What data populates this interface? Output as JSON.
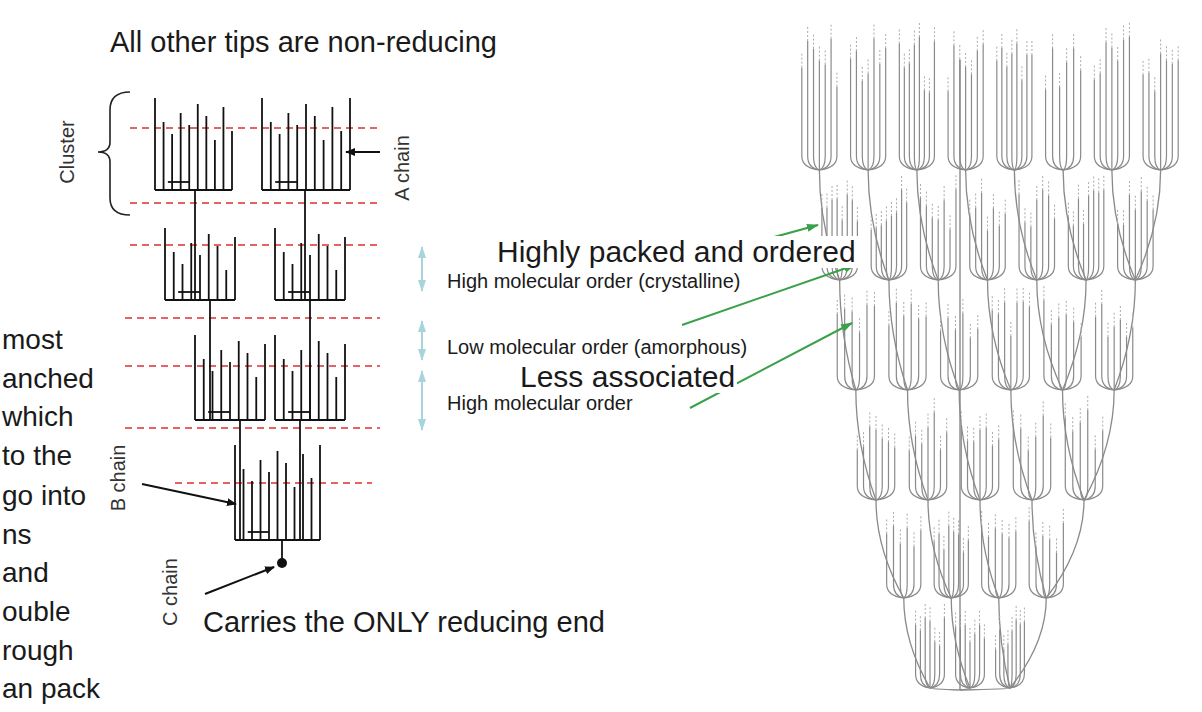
{
  "diagram": {
    "labels": [
      "All other tips are non-reducing",
      "Cluster",
      "A chain",
      "Highly packed and ordered",
      "High molecular order (crystalline)",
      "Low molecular order (amorphous)",
      "Less associated",
      "High molecular order",
      "B chain",
      "C chain",
      "Carries the ONLY reducing end",
      "most",
      "anched",
      "which",
      "to the",
      "go into",
      "ns",
      "and",
      "ouble",
      "rough",
      "an pack"
    ]
  }
}
